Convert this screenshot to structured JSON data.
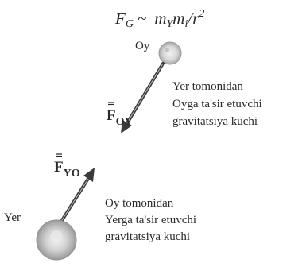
{
  "formula": {
    "lhs_symbol": "F",
    "lhs_sub": "G",
    "relation": "~",
    "rhs_m1": "m",
    "rhs_m1_sub": "Y",
    "rhs_m2": "m",
    "rhs_m2_sub": "i",
    "rhs_tail": "/r",
    "rhs_exp": "2"
  },
  "bodies": {
    "moon_label": "Oy",
    "earth_label": "Yer"
  },
  "forces": {
    "f_oy_symbol": "F",
    "f_oy_sub": "OY",
    "f_yo_symbol": "F",
    "f_yo_sub": "YO"
  },
  "captions": {
    "earth_on_moon": [
      "Yer tomonidan",
      "Oyga ta'sir etuvchi",
      "gravitatsiya kuchi"
    ],
    "moon_on_earth": [
      "Oy tomonidan",
      "Yerga ta'sir etuvchi",
      "gravitatsiya kuchi"
    ]
  }
}
